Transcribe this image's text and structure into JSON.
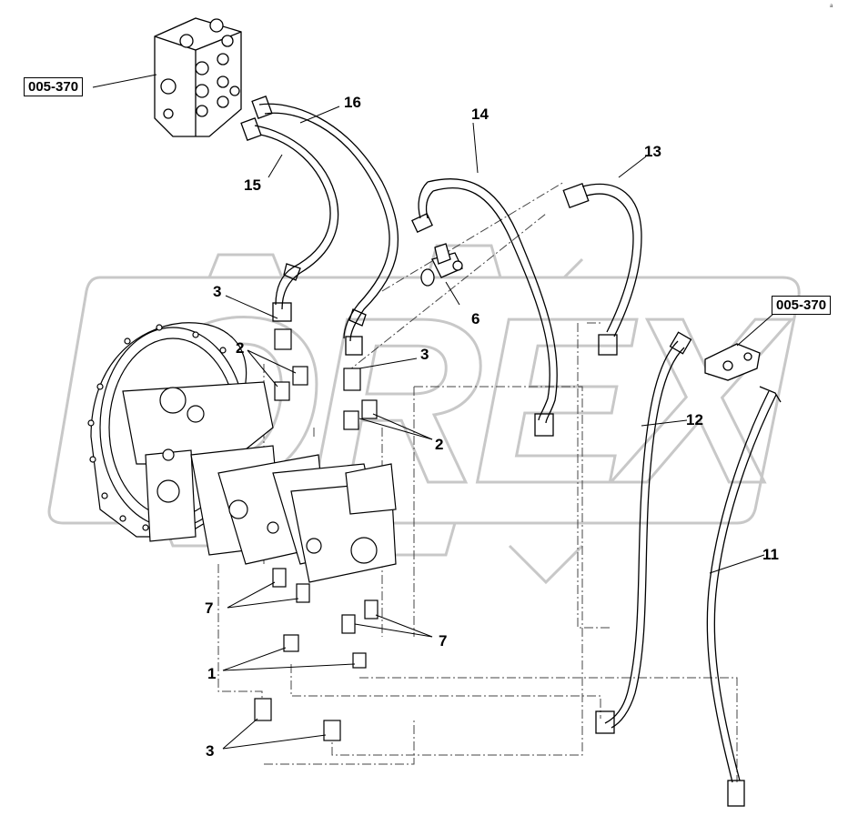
{
  "diagram": {
    "ref_codes": [
      "005-370",
      "005-370"
    ],
    "part_numbers": {
      "p1": "1",
      "p2a": "2",
      "p2b": "2",
      "p3a": "3",
      "p3b": "3",
      "p3c": "3",
      "p6": "6",
      "p7a": "7",
      "p7b": "7",
      "p11": "11",
      "p12": "12",
      "p13": "13",
      "p14": "14",
      "p15": "15",
      "p16": "16"
    },
    "watermark": "OREX",
    "corner_note": "a"
  }
}
